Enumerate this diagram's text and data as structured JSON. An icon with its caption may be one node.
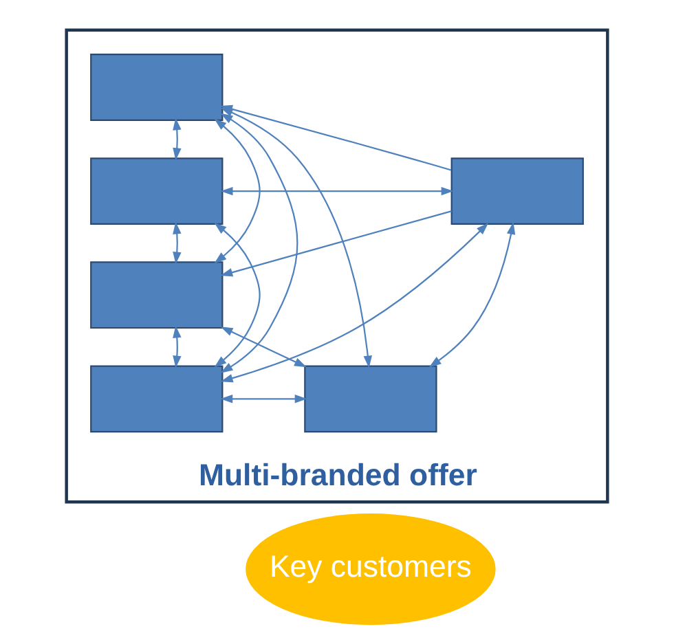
{
  "diagram": {
    "nodes": [
      {
        "text": [
          "Multi-branded offer"
        ]
      },
      {
        "text": [],
        "shape": "box",
        "in": 0
      },
      {
        "text": [],
        "shape": "box",
        "in": 0
      },
      {
        "text": [],
        "shape": "box",
        "in": 0
      },
      {
        "text": [],
        "shape": "box",
        "in": 0
      },
      {
        "text": [],
        "shape": "box",
        "in": 0
      },
      {
        "text": [],
        "shape": "box",
        "in": 0
      },
      {
        "text": [
          "Key customers"
        ]
      }
    ],
    "edges": [
      {
        "from": 2,
        "to": 1,
        "arrow": "both"
      },
      {
        "from": 2,
        "to": 3,
        "arrow": "both"
      },
      {
        "from": 2,
        "to": 4,
        "arrow": "both"
      },
      {
        "from": 2,
        "to": 5,
        "arrow": "both"
      },
      {
        "from": 1,
        "to": 4,
        "arrow": "both"
      },
      {
        "from": 1,
        "to": 5,
        "arrow": "both"
      },
      {
        "from": 1,
        "to": 6,
        "arrow": "both"
      },
      {
        "from": 3,
        "to": 1,
        "arrow": "to"
      },
      {
        "from": 3,
        "to": 4,
        "arrow": "to"
      },
      {
        "from": 3,
        "to": 5,
        "arrow": "both"
      },
      {
        "from": 3,
        "to": 6,
        "arrow": "both"
      },
      {
        "from": 4,
        "to": 5,
        "arrow": "both"
      },
      {
        "from": 4,
        "to": 6,
        "arrow": "both"
      },
      {
        "from": 5,
        "to": 6,
        "arrow": "both"
      }
    ]
  }
}
